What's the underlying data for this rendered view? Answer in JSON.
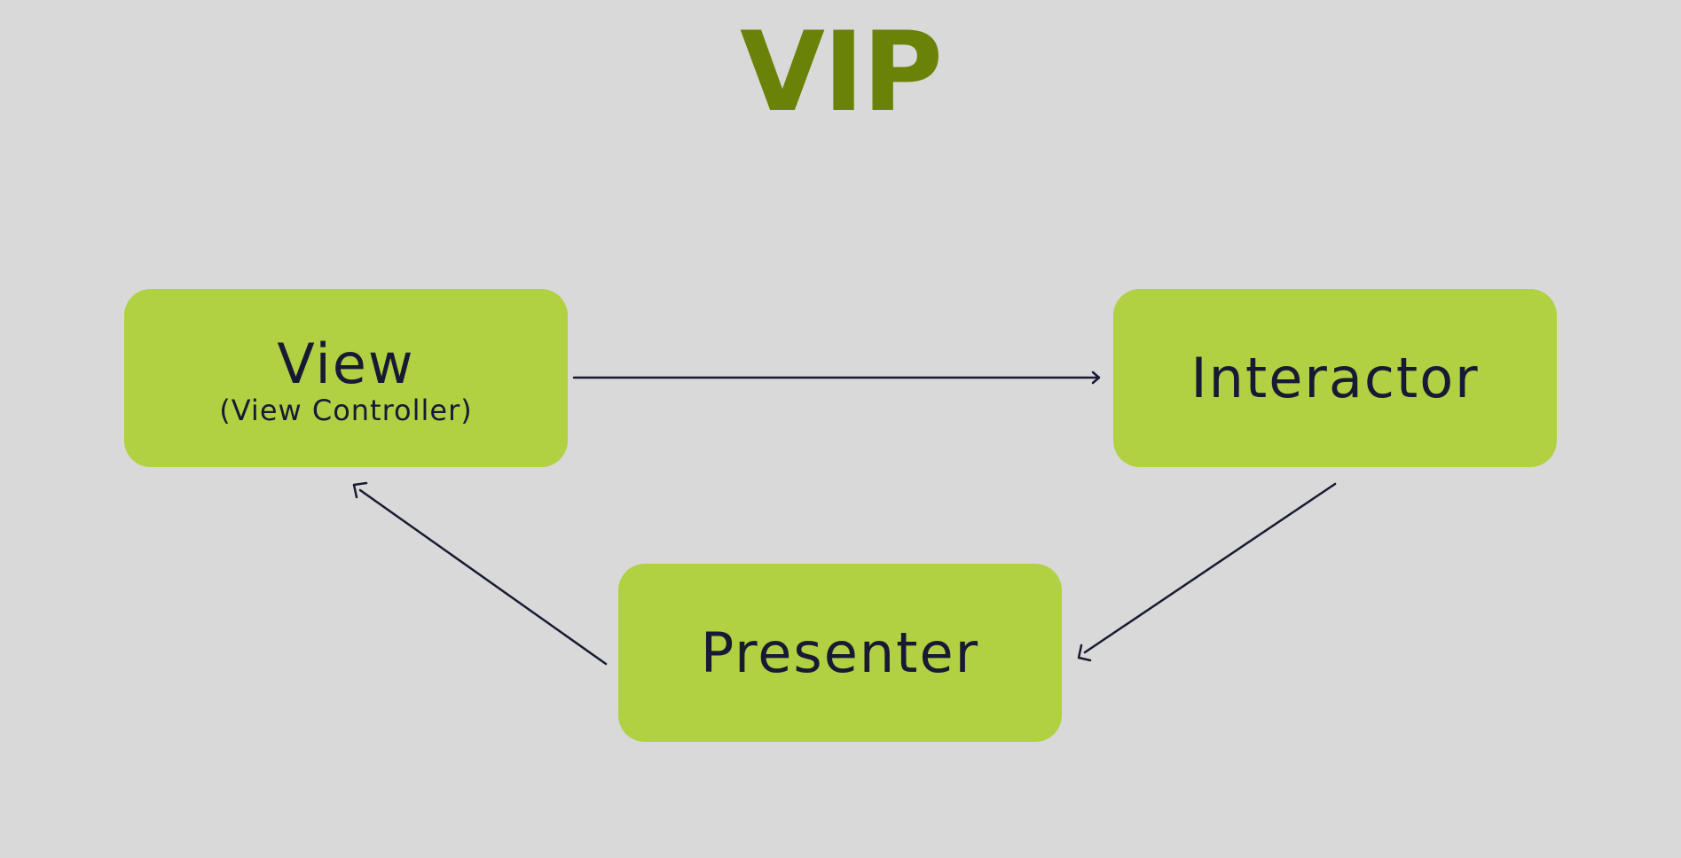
{
  "title": "VIP",
  "nodes": {
    "view": {
      "label": "View",
      "sublabel": "(View Controller)"
    },
    "interactor": {
      "label": "Interactor"
    },
    "presenter": {
      "label": "Presenter"
    }
  },
  "edges": [
    {
      "from": "view",
      "to": "interactor"
    },
    {
      "from": "interactor",
      "to": "presenter"
    },
    {
      "from": "presenter",
      "to": "view"
    }
  ],
  "colors": {
    "background": "#d9d9d9",
    "title": "#6b8209",
    "box_fill": "#b0d142",
    "text": "#181a33",
    "arrow": "#181a33"
  }
}
